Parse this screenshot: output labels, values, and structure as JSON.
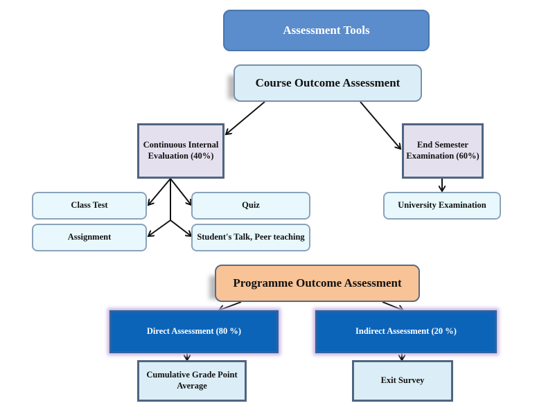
{
  "diagram": {
    "title": "Assessment Tools",
    "course_outcome": {
      "label": "Course Outcome Assessment",
      "continuous_internal": {
        "label": "Continuous Internal Evaluation (40%)",
        "children": [
          "Class Test",
          "Quiz",
          "Assignment",
          "Student's Talk, Peer teaching"
        ]
      },
      "end_semester": {
        "label": "End Semester Examination (60%)",
        "children": [
          "University Examination"
        ]
      }
    },
    "programme_outcome": {
      "label": "Programme Outcome Assessment",
      "direct": {
        "label": "Direct Assessment  (80 %)",
        "children": [
          "Cumulative Grade Point Average"
        ]
      },
      "indirect": {
        "label": "Indirect Assessment   (20 %)",
        "children": [
          "Exit Survey"
        ]
      }
    },
    "colors": {
      "title_fill": "#5b8ccb",
      "course_fill": "#dbeef7",
      "evaluation_fill": "#e4e0ee",
      "leaf_fill": "#e8f8fc",
      "programme_fill": "#f8c396",
      "assessment_fill": "#0c64b8"
    }
  }
}
